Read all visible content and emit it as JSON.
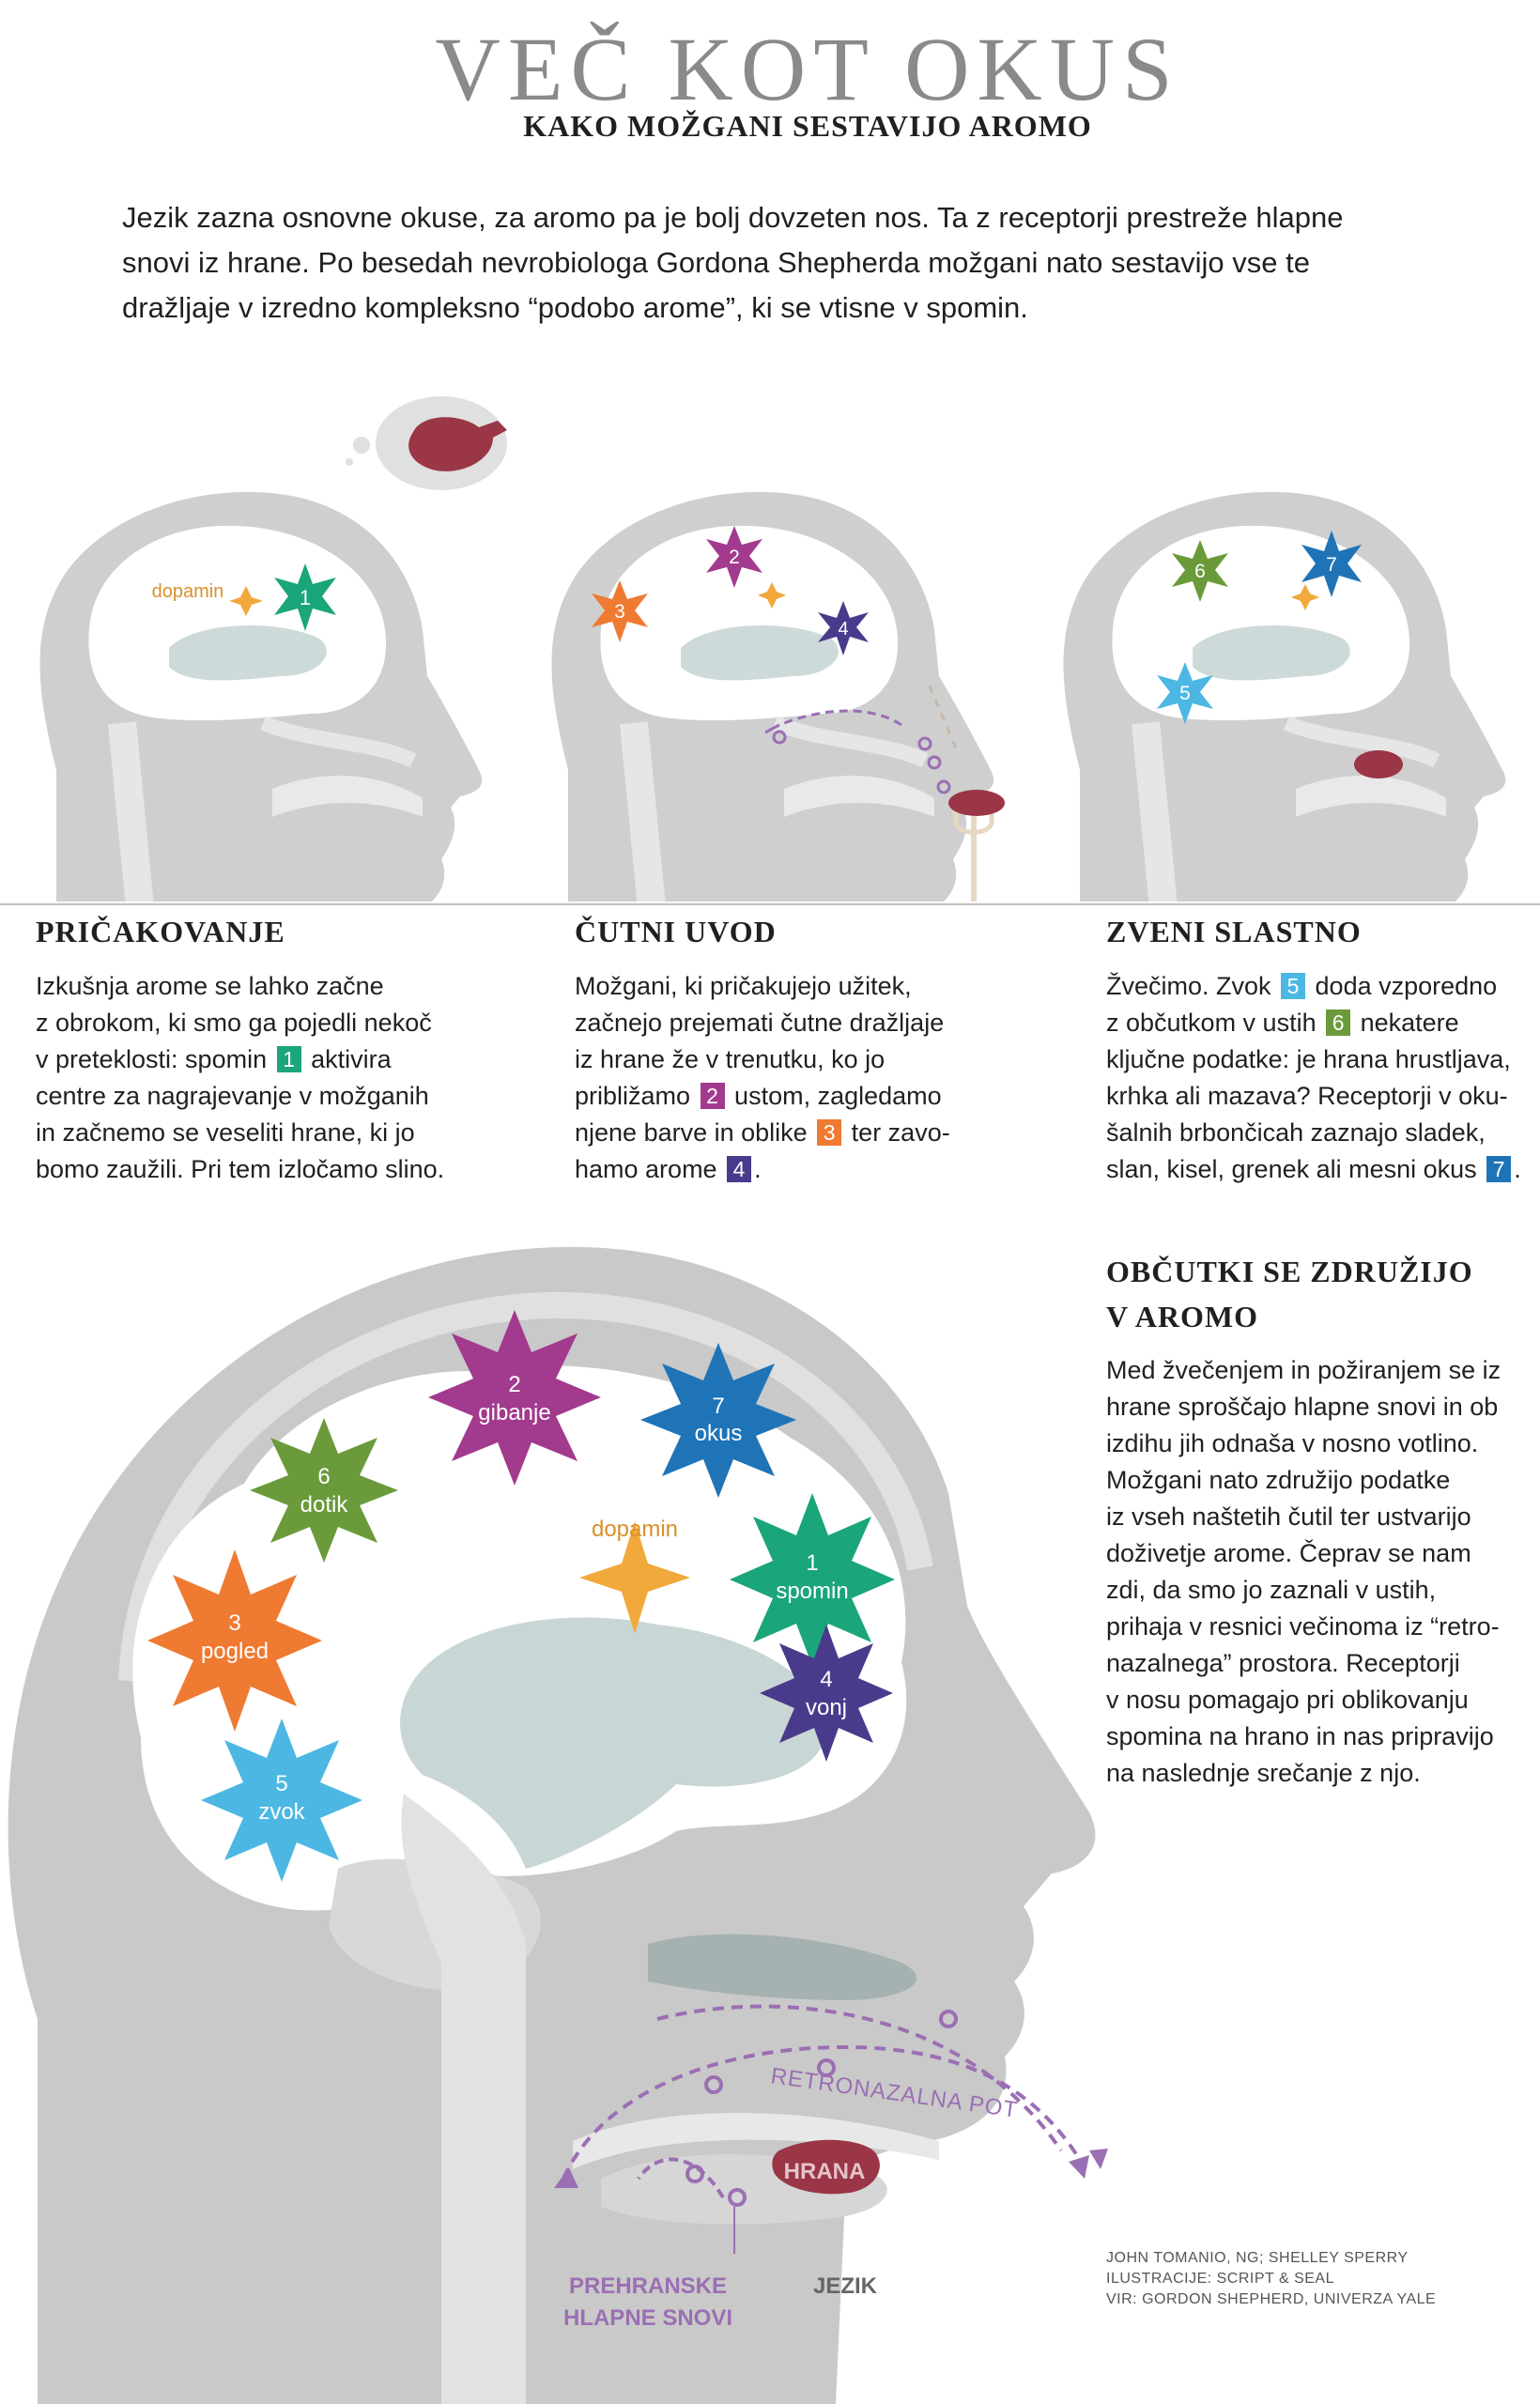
{
  "title": "VEČ KOT OKUS",
  "subtitle": "KAKO MOŽGANI SESTAVIJO AROMO",
  "intro": [
    "Jezik zazna osnovne okuse, za aromo pa je bolj dovzeten nos. Ta z receptorji prestreže hlapne",
    "snovi iz hrane. Po besedah nevrobiologa Gordona Shepherda možgani nato sestavijo vse te",
    "dražljaje v izredno kompleksno “podobo arome”, ki se vtisne v spomin."
  ],
  "colors": {
    "1": "#1aa57a",
    "2": "#a23a8e",
    "3": "#ef7a32",
    "4": "#4a3a8c",
    "5": "#4cb7e3",
    "6": "#6a9a3a",
    "7": "#1f74b8",
    "dopamin": "#f2a93b",
    "head": "#c9c9c9",
    "brain": "#ffffff",
    "path": "#9b6fb3",
    "food": "#9a3646"
  },
  "panels": [
    {
      "heading": "PRIČAKOVANJE",
      "lines": [
        [
          {
            "t": "Izkušnja arome se lahko začne"
          }
        ],
        [
          {
            "t": "z obrokom, ki smo ga pojedli nekoč"
          }
        ],
        [
          {
            "t": "v preteklosti: spomin "
          },
          {
            "n": "1"
          },
          {
            "t": " aktivira"
          }
        ],
        [
          {
            "t": "centre za nagrajevanje v možganih"
          }
        ],
        [
          {
            "t": "in začnemo se veseliti hrane, ki jo"
          }
        ],
        [
          {
            "t": "bomo zaužili. Pri tem izločamo slino."
          }
        ]
      ],
      "labels": {
        "dopamin": "dopamin",
        "n1": "1"
      }
    },
    {
      "heading": "ČUTNI UVOD",
      "lines": [
        [
          {
            "t": "Možgani, ki pričakujejo užitek,"
          }
        ],
        [
          {
            "t": "začnejo prejemati čutne dražljaje"
          }
        ],
        [
          {
            "t": "iz hrane že v trenutku, ko jo"
          }
        ],
        [
          {
            "t": "približamo "
          },
          {
            "n": "2"
          },
          {
            "t": " ustom, zagledamo"
          }
        ],
        [
          {
            "t": "njene barve in oblike "
          },
          {
            "n": "3"
          },
          {
            "t": " ter zavo-"
          }
        ],
        [
          {
            "t": "hamo arome "
          },
          {
            "n": "4"
          },
          {
            "t": "."
          }
        ]
      ],
      "labels": {
        "n2": "2",
        "n3": "3",
        "n4": "4"
      }
    },
    {
      "heading": "ZVENI SLASTNO",
      "lines": [
        [
          {
            "t": "Žvečimo. Zvok "
          },
          {
            "n": "5"
          },
          {
            "t": " doda vzporedno"
          }
        ],
        [
          {
            "t": "z občutkom v ustih "
          },
          {
            "n": "6"
          },
          {
            "t": " nekatere"
          }
        ],
        [
          {
            "t": "ključne podatke: je hrana hrustljava,"
          }
        ],
        [
          {
            "t": "krhka ali mazava? Receptorji v oku-"
          }
        ],
        [
          {
            "t": "šalnih brbončicah zaznajo sladek,"
          }
        ],
        [
          {
            "t": "slan, kisel, grenek ali mesni okus "
          },
          {
            "n": "7"
          },
          {
            "t": "."
          }
        ]
      ],
      "labels": {
        "n5": "5",
        "n6": "6",
        "n7": "7"
      }
    }
  ],
  "big": {
    "heading": [
      "OBČUTKI SE ZDRUŽIJO",
      "V AROMO"
    ],
    "lines": [
      "Med žvečenjem in požiranjem se iz",
      "hrane sproščajo hlapne snovi in ob",
      "izdihu jih odnaša v nosno votlino.",
      "Možgani nato združijo podatke",
      "iz vseh naštetih čutil ter ustvarijo",
      "doživetje arome. Čeprav se nam",
      "zdi, da smo jo zaznali v ustih,",
      "prihaja v resnici večinoma iz “retro-",
      "nazalnega” prostora. Receptorji",
      "v nosu pomagajo pri oblikovanju",
      "spomina na hrano in nas pripravijo",
      "na naslednje srečanje z njo."
    ],
    "stars": {
      "s2": {
        "n": "2",
        "label": "gibanje"
      },
      "s7": {
        "n": "7",
        "label": "okus"
      },
      "s6": {
        "n": "6",
        "label": "dotik"
      },
      "s1": {
        "n": "1",
        "label": "spomin"
      },
      "s3": {
        "n": "3",
        "label": "pogled"
      },
      "s4": {
        "n": "4",
        "label": "vonj"
      },
      "s5": {
        "n": "5",
        "label": "zvok"
      },
      "dopamin": "dopamin"
    },
    "labels": {
      "retronazalna": "RETRONAZALNA POT",
      "hrana": "HRANA",
      "prehranske": [
        "PREHRANSKE",
        "HLAPNE SNOVI"
      ],
      "jezik": "JEZIK"
    }
  },
  "credits": [
    "JOHN TOMANIO, NG; SHELLEY SPERRY",
    "ILUSTRACIJE: SCRIPT & SEAL",
    "VIR: GORDON SHEPHERD, UNIVERZA YALE"
  ]
}
